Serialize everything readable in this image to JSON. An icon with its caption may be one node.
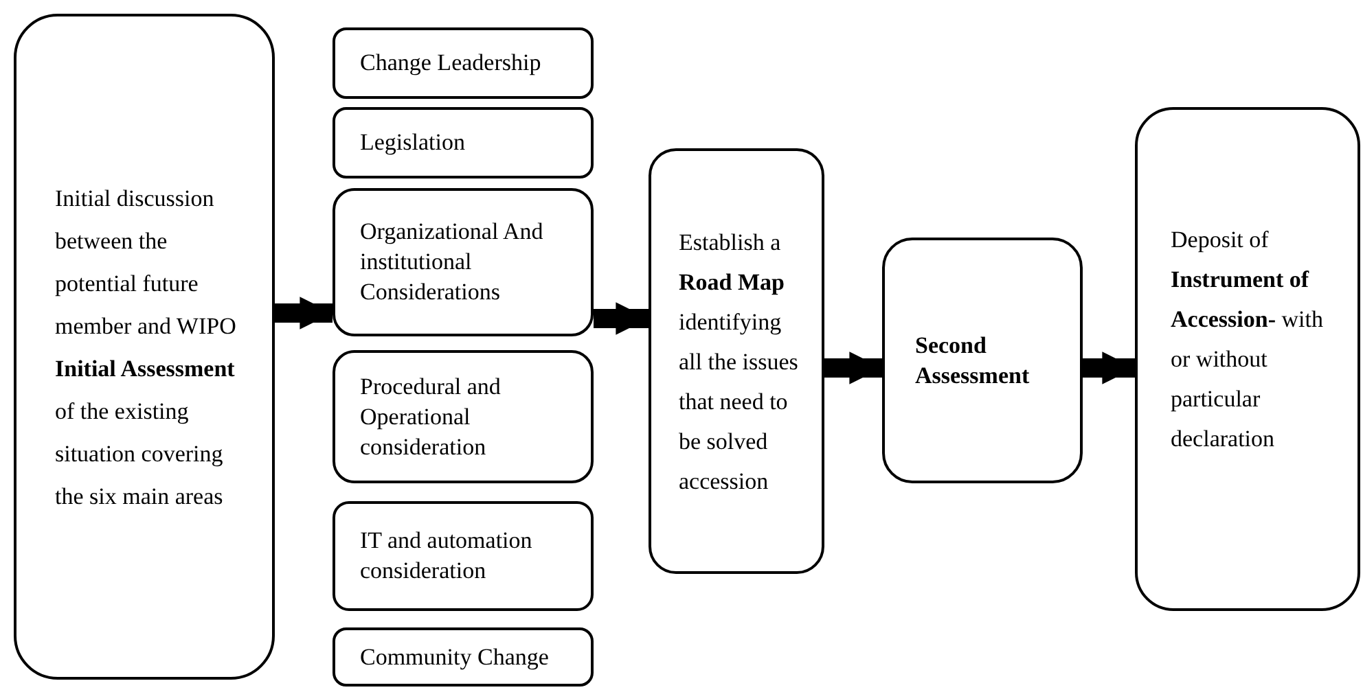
{
  "diagram": {
    "nodes": [
      {
        "text": [
          "Initial discussion between the potential future member and WIPO **Initial Assessment** of the existing situation covering the six main areas"
        ]
      },
      {
        "text": [
          "Change Leadership"
        ]
      },
      {
        "text": [
          "Legislation"
        ]
      },
      {
        "text": [
          "Organizational And institutional Considerations"
        ]
      },
      {
        "text": [
          "Procedural and Operational consideration"
        ]
      },
      {
        "text": [
          "IT and automation consideration"
        ]
      },
      {
        "text": [
          "Community Change"
        ]
      },
      {
        "text": [
          "Establish a **Road Map** identifying all the issues that need to be solved accession"
        ]
      },
      {
        "text": [
          "Second Assessment"
        ]
      },
      {
        "text": [
          "Deposit of **Instrument of Accession-** with or without particular declaration"
        ]
      }
    ],
    "edges": [
      {
        "from": 0,
        "to": 3,
        "arrow": "to"
      },
      {
        "from": 3,
        "to": 7,
        "arrow": "to"
      },
      {
        "from": 7,
        "to": 8,
        "arrow": "to"
      },
      {
        "from": 8,
        "to": 9,
        "arrow": "to"
      }
    ]
  }
}
